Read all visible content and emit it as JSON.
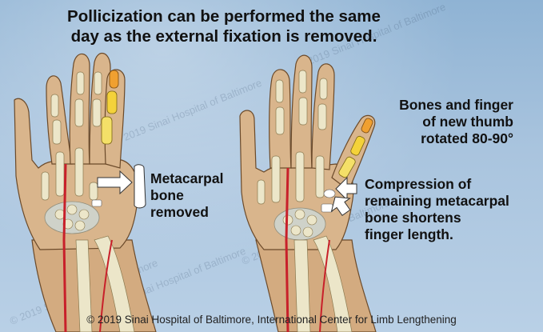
{
  "title_line1": "Pollicization can be performed the same",
  "title_line2": "day as the external fixation is removed.",
  "labels": {
    "metacarpal_removed": [
      "Metacarpal",
      "bone",
      "removed"
    ],
    "rotated": [
      "Bones and finger",
      "of new thumb",
      "rotated 80-90°"
    ],
    "compression": [
      "Compression of",
      "remaining metacarpal",
      "bone shortens",
      "finger length."
    ]
  },
  "footer": "© 2019 Sinai Hospital of Baltimore, International Center for Limb Lengthening",
  "watermarks": [
    "© 2019 Sinai Hospital of Baltimore",
    "© 2019 Sinai Hospital of Baltimore",
    "© 2019 Sinai Hospital of Baltimore",
    "© 2019 Sinai Hospital of Baltimore",
    "© 2019 Sinai Hospital of Baltimore"
  ],
  "colors": {
    "skin": "#d9b58c",
    "skin_shadow": "#c79d6f",
    "bone": "#ece6c9",
    "bone_highlight_yellow": "#f4d23a",
    "bone_highlight_orange": "#f0a030",
    "artery": "#c8202a",
    "arrow_fill": "#ffffff"
  }
}
